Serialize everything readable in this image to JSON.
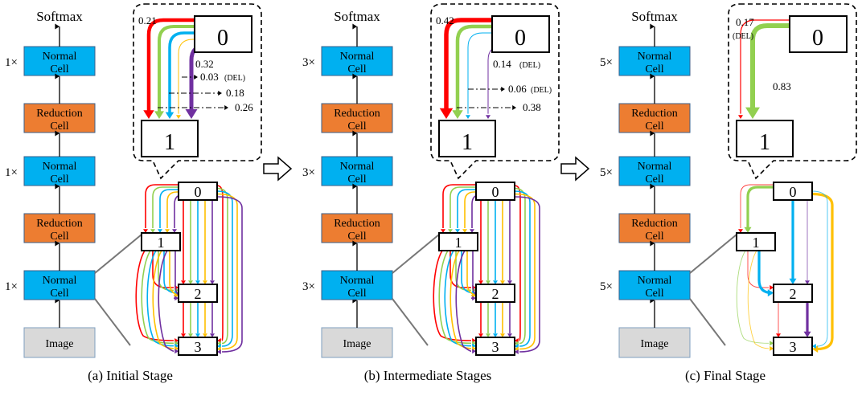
{
  "colors": {
    "op_red": "#ff0000",
    "op_green": "#92d050",
    "op_blue": "#00b0f0",
    "op_yellow": "#ffc000",
    "op_purple": "#7030a0",
    "normal_cell": "#00b0f0",
    "reduction_cell": "#ed7d31",
    "image_block": "#d9d9d9"
  },
  "panels": [
    {
      "caption": "(a) Initial Stage",
      "multiplier": "1×",
      "softmax": "Softmax",
      "normal_cell": [
        "Normal",
        "Cell"
      ],
      "reduction_cell": [
        "Reduction",
        "Cell"
      ],
      "image": "Image",
      "nodes": [
        "0",
        "1",
        "2",
        "3"
      ],
      "callout": {
        "labels": [
          {
            "value": "0.21",
            "del": ""
          },
          {
            "value": "0.32",
            "del": ""
          },
          {
            "value": "0.03",
            "del": "(DEL)"
          },
          {
            "value": "0.18",
            "del": ""
          },
          {
            "value": "0.26",
            "del": ""
          }
        ]
      },
      "edges": {
        "0-1": [
          "red",
          "green",
          "blue",
          "yellow",
          "purple"
        ],
        "0-2": [
          "red",
          "green",
          "blue",
          "yellow",
          "purple"
        ],
        "0-3": [
          "red",
          "green",
          "blue",
          "yellow",
          "purple"
        ],
        "1-2": [
          "red",
          "green",
          "blue",
          "yellow",
          "purple"
        ],
        "1-3": [
          "red",
          "green",
          "blue",
          "yellow",
          "purple"
        ],
        "2-3": [
          "red",
          "green",
          "blue",
          "yellow",
          "purple"
        ]
      }
    },
    {
      "caption": "(b) Intermediate Stages",
      "multiplier": "3×",
      "softmax": "Softmax",
      "normal_cell": [
        "Normal",
        "Cell"
      ],
      "reduction_cell": [
        "Reduction",
        "Cell"
      ],
      "image": "Image",
      "nodes": [
        "0",
        "1",
        "2",
        "3"
      ],
      "callout": {
        "labels": [
          {
            "value": "0.42",
            "del": ""
          },
          {
            "value": "0.14",
            "del": "(DEL)"
          },
          {
            "value": "0.06",
            "del": "(DEL)"
          },
          {
            "value": "0.38",
            "del": ""
          }
        ]
      },
      "edges": {
        "0-1": [
          "red",
          "green",
          "blue",
          "yellow",
          "purple"
        ],
        "0-2": [
          "red",
          "green",
          "blue",
          "yellow",
          "purple"
        ],
        "0-3": [
          "red",
          "green",
          "blue",
          "yellow",
          "purple"
        ],
        "1-2": [
          "red",
          "green",
          "blue",
          "yellow",
          "purple"
        ],
        "1-3": [
          "red",
          "green",
          "blue",
          "yellow",
          "purple"
        ],
        "2-3": [
          "red",
          "green",
          "blue",
          "yellow",
          "purple"
        ]
      }
    },
    {
      "caption": "(c) Final Stage",
      "multiplier": "5×",
      "softmax": "Softmax",
      "normal_cell": [
        "Normal",
        "Cell"
      ],
      "reduction_cell": [
        "Reduction",
        "Cell"
      ],
      "image": "Image",
      "nodes": [
        "0",
        "1",
        "2",
        "3"
      ],
      "callout": {
        "labels": [
          {
            "value": "0.17",
            "del": "(DEL)"
          },
          {
            "value": "0.83",
            "del": ""
          }
        ]
      },
      "edges": {
        "0-1": [
          "red",
          "green"
        ],
        "0-2": [
          "blue",
          "purple"
        ],
        "0-3": [
          "yellow",
          "blue"
        ],
        "1-2": [
          "red",
          "blue"
        ],
        "1-3": [
          "green",
          "yellow"
        ],
        "2-3": [
          "red",
          "purple"
        ]
      }
    }
  ]
}
